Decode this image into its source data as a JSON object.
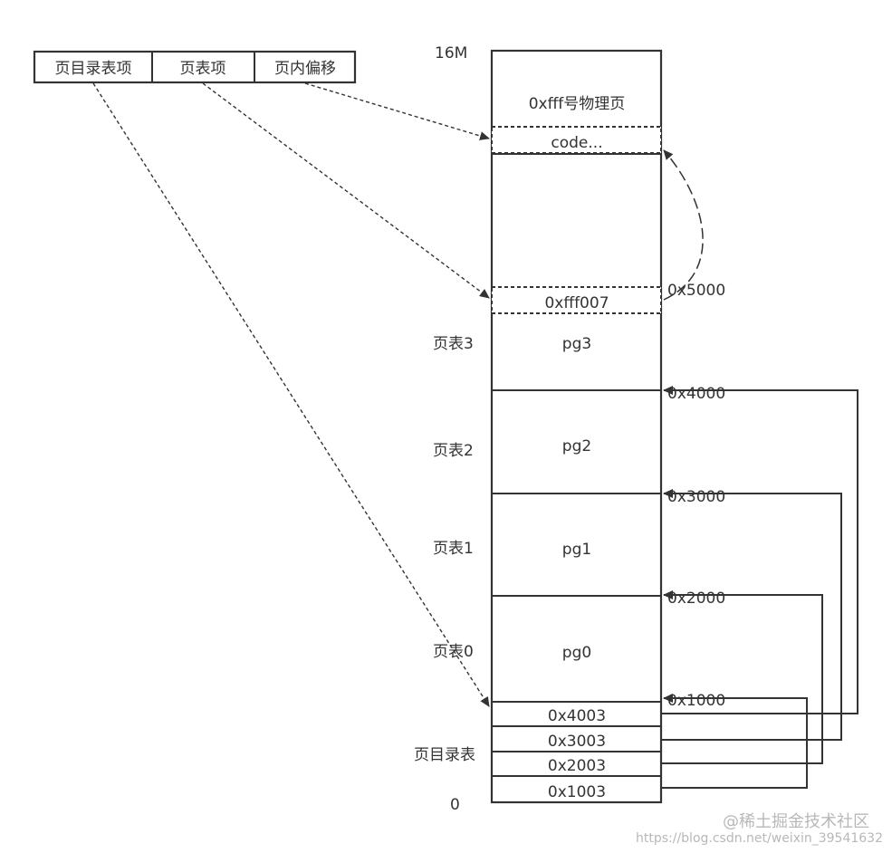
{
  "address_fields": [
    "页目录表项",
    "页表项",
    "页内偏移"
  ],
  "memory": {
    "top_label": "16M",
    "bottom_label": "0",
    "physical_page_label": "0xfff号物理页",
    "code_label": "code...",
    "pte_value": "0xfff007",
    "pte_addr": "0x5000",
    "page_tables": [
      {
        "side_label": "页表3",
        "name": "pg3",
        "addr": "0x4000"
      },
      {
        "side_label": "页表2",
        "name": "pg2",
        "addr": "0x3000"
      },
      {
        "side_label": "页表1",
        "name": "pg1",
        "addr": "0x2000"
      },
      {
        "side_label": "页表0",
        "name": "pg0",
        "addr": "0x1000"
      }
    ],
    "directory_label": "页目录表",
    "directory_entries": [
      "0x4003",
      "0x3003",
      "0x2003",
      "0x1003"
    ]
  },
  "watermark": {
    "main": "@稀土掘金技术社区",
    "url": "https://blog.csdn.net/weixin_39541632"
  },
  "colors": {
    "stroke": "#333333",
    "text": "#333333",
    "watermark": "#b8b8b8"
  }
}
